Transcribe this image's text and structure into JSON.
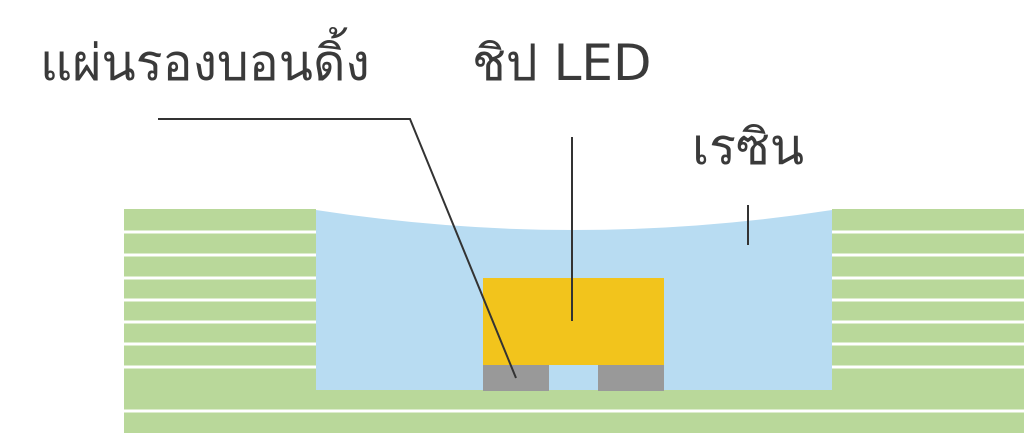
{
  "labels": {
    "bonding_pad": "แผ่นรองบอนดิ้ง",
    "led_chip": "ชิป LED",
    "resin": "เรซิน"
  },
  "colors": {
    "substrate": "#b9d89a",
    "substrate_lines": "#ffffff",
    "resin": "#b8dcf2",
    "chip": "#f2c41c",
    "pad": "#999999",
    "leader_line": "#333333",
    "text": "#3a3a3a"
  }
}
